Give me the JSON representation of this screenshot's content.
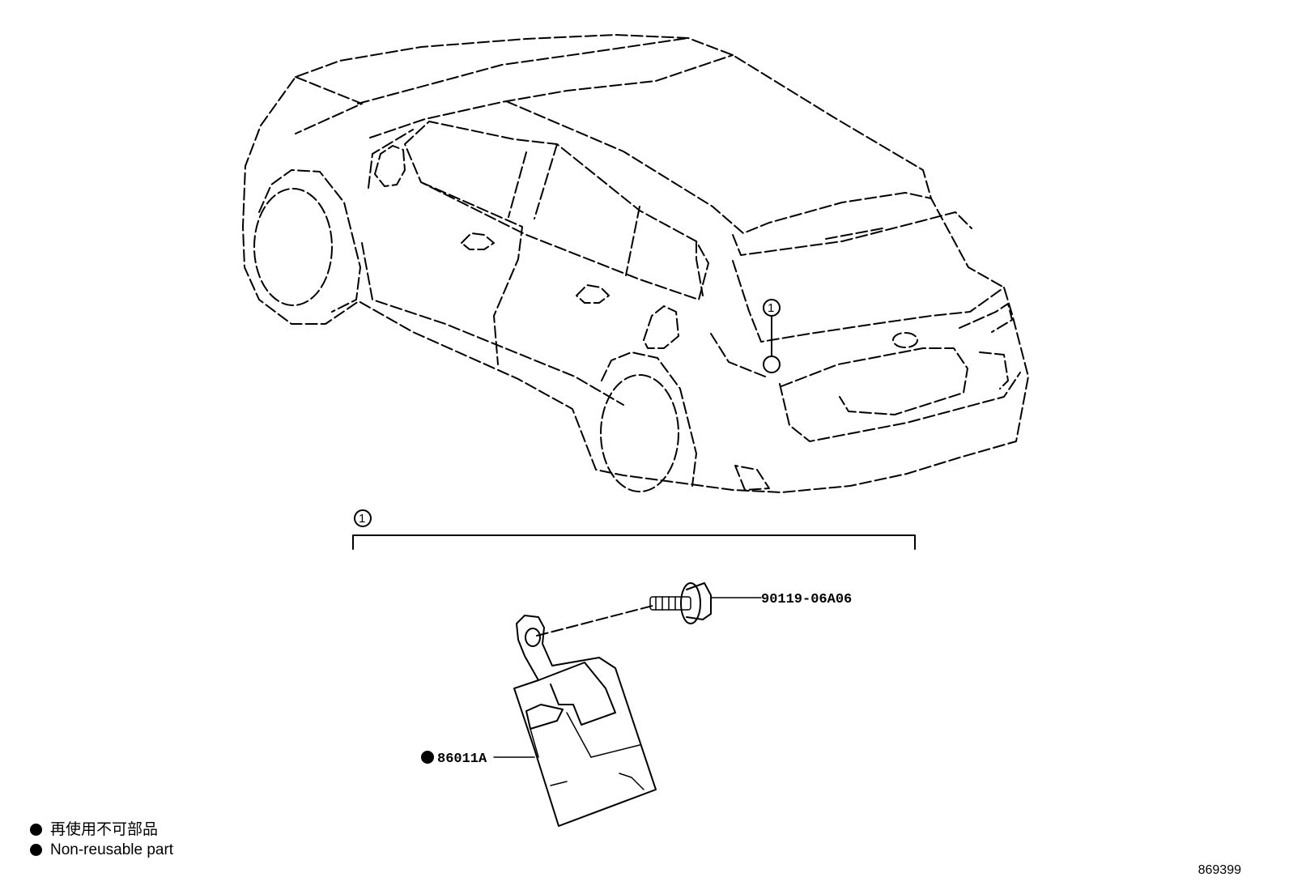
{
  "callouts": {
    "car_callout": "1",
    "assembly_callout": "1"
  },
  "parts": {
    "bolt": "90119-06A06",
    "module": "86011A"
  },
  "legend": {
    "non_reusable_jp": "再使用不可部品",
    "non_reusable_en": "Non-reusable part"
  },
  "diagram_number": "869399"
}
